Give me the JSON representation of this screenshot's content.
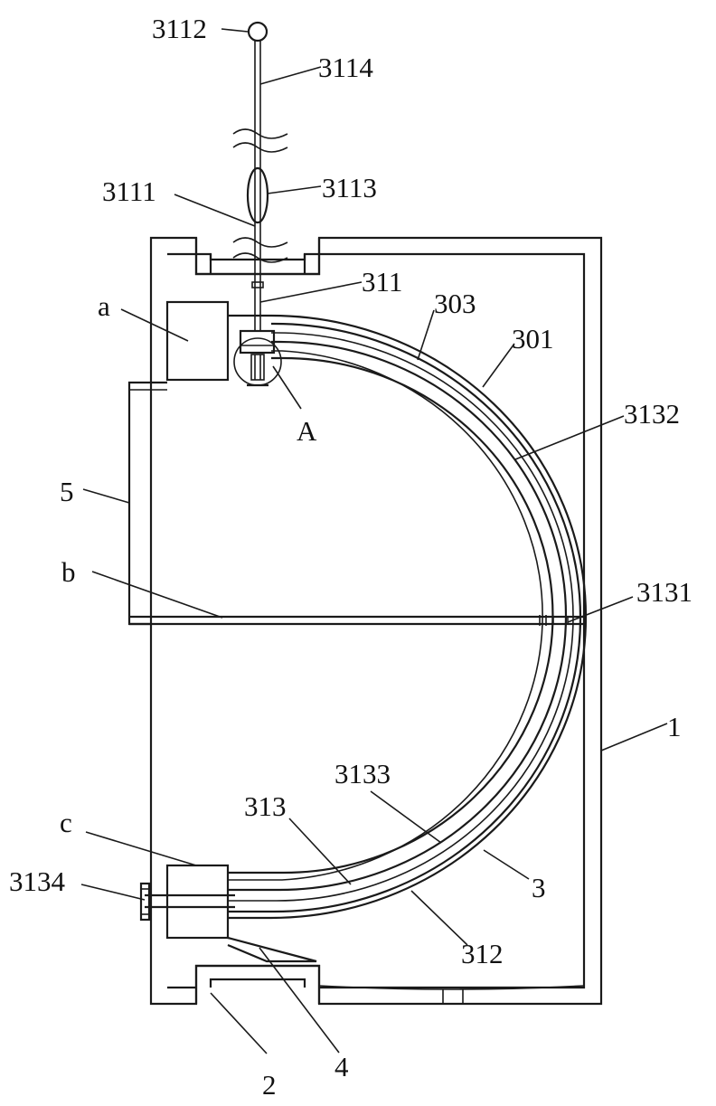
{
  "labels": {
    "l3112": "3112",
    "l3114": "3114",
    "l3113": "3113",
    "l3111": "3111",
    "l311": "311",
    "l303": "303",
    "l301": "301",
    "la": "a",
    "lA": "A",
    "l3132": "3132",
    "l5": "5",
    "lb": "b",
    "l3131": "3131",
    "l1": "1",
    "l3133": "3133",
    "l313": "313",
    "lc": "c",
    "l3134": "3134",
    "l3": "3",
    "l312": "312",
    "l2": "2",
    "l4": "4"
  }
}
